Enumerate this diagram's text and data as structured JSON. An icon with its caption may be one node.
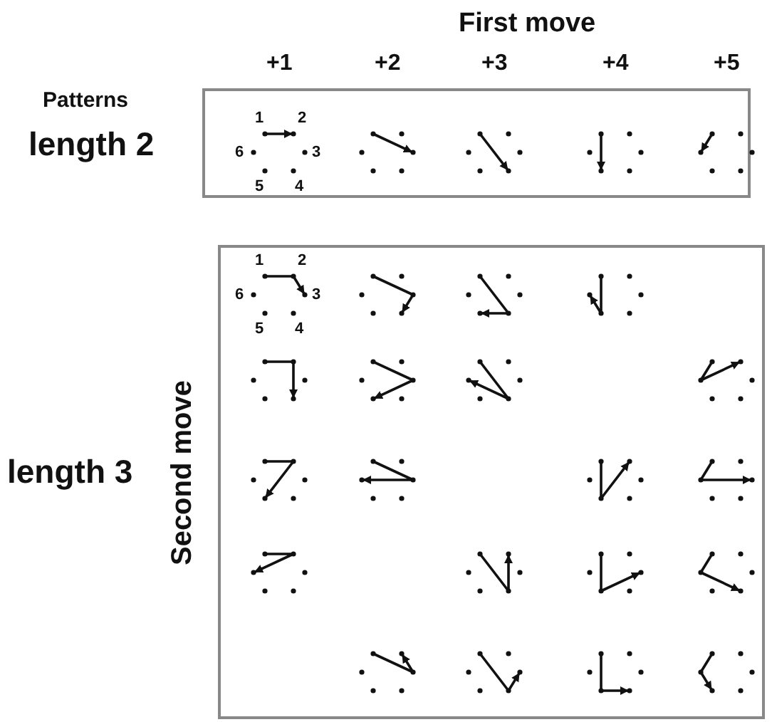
{
  "diagram": {
    "nodes": [
      {
        "text": [
          "length 2"
        ]
      },
      {
        "text": [
          "length 3"
        ]
      }
    ],
    "labels": [
      "First move",
      "+1",
      "+2",
      "+3",
      "+4",
      "+5",
      "Patterns",
      "1",
      "2",
      "6",
      "3",
      "5",
      "4",
      "1",
      "2",
      "6",
      "3",
      "5",
      "4",
      "Second move"
    ]
  }
}
